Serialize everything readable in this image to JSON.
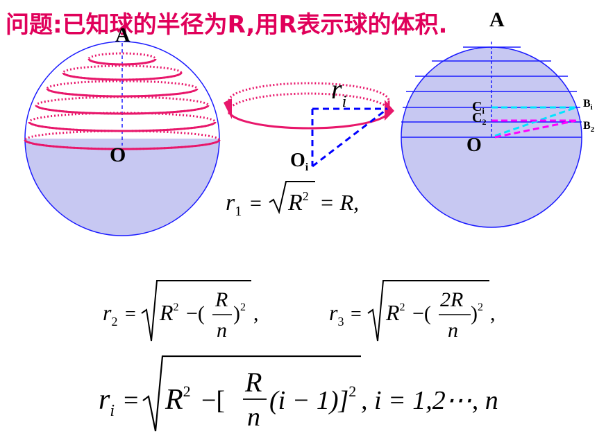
{
  "title": "问题:已知球的半径为R,用R表示球的体积.",
  "figure_left": {
    "top_point": "A",
    "center_point": "O"
  },
  "figure_middle": {
    "radius_label": "r",
    "radius_subscript": "i",
    "center_point": "O",
    "center_subscript": "i"
  },
  "figure_right": {
    "top_point": "A",
    "center_point": "O",
    "c_labels": [
      "C",
      "i",
      "C",
      "2"
    ],
    "b_labels": [
      "B",
      "i",
      "B",
      "2"
    ]
  },
  "formulas": {
    "r1": {
      "lhs": "r",
      "sub": "1",
      "eq": "=",
      "rad": "R",
      "exp": "2",
      "rest": "= R,"
    },
    "r2": {
      "lhs": "r",
      "sub": "2",
      "eq": "=",
      "r_sq": "R",
      "exp": "2",
      "minus": "−(",
      "num": "R",
      "den": "n",
      "close": ")",
      "exp2": "2",
      "comma": ","
    },
    "r3": {
      "lhs": "r",
      "sub": "3",
      "eq": "=",
      "r_sq": "R",
      "exp": "2",
      "minus": "−(",
      "num": "2R",
      "den": "n",
      "close": ")",
      "exp2": "2",
      "comma": ","
    },
    "ri": {
      "lhs": "r",
      "sub": "i",
      "eq": "=",
      "r_sq": "R",
      "exp": "2",
      "minus": "−[",
      "num": "R",
      "den": "n",
      "paren": "(i − 1)]",
      "exp2": "2",
      "tail": ", i = 1,2⋯, n"
    }
  },
  "colors": {
    "title": "#e0005a",
    "sphere_fill": "#c7c8f2",
    "sphere_stroke": "#1a1aff",
    "ring": "#e8176b",
    "blue_dash": "#0000ff",
    "cyan": "#00e5ff",
    "magenta": "#ff00ff"
  }
}
